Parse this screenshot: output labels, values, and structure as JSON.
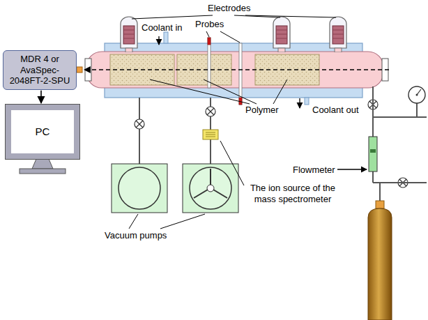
{
  "diagram": {
    "nodes": [
      {
        "text": [
          "MDR 4 or AvaSpec-2048FT-2-SPU"
        ]
      },
      {
        "text": [
          "PC"
        ]
      }
    ],
    "edges": [
      {
        "from": 0,
        "to": 1,
        "arrow": "to"
      }
    ],
    "labels": [
      "Electrodes",
      "Probes",
      "Coolant in",
      "Polymer",
      "Coolant out",
      "Flowmeter",
      "The ion source of the mass spectrometer",
      "Vacuum pumps"
    ]
  }
}
